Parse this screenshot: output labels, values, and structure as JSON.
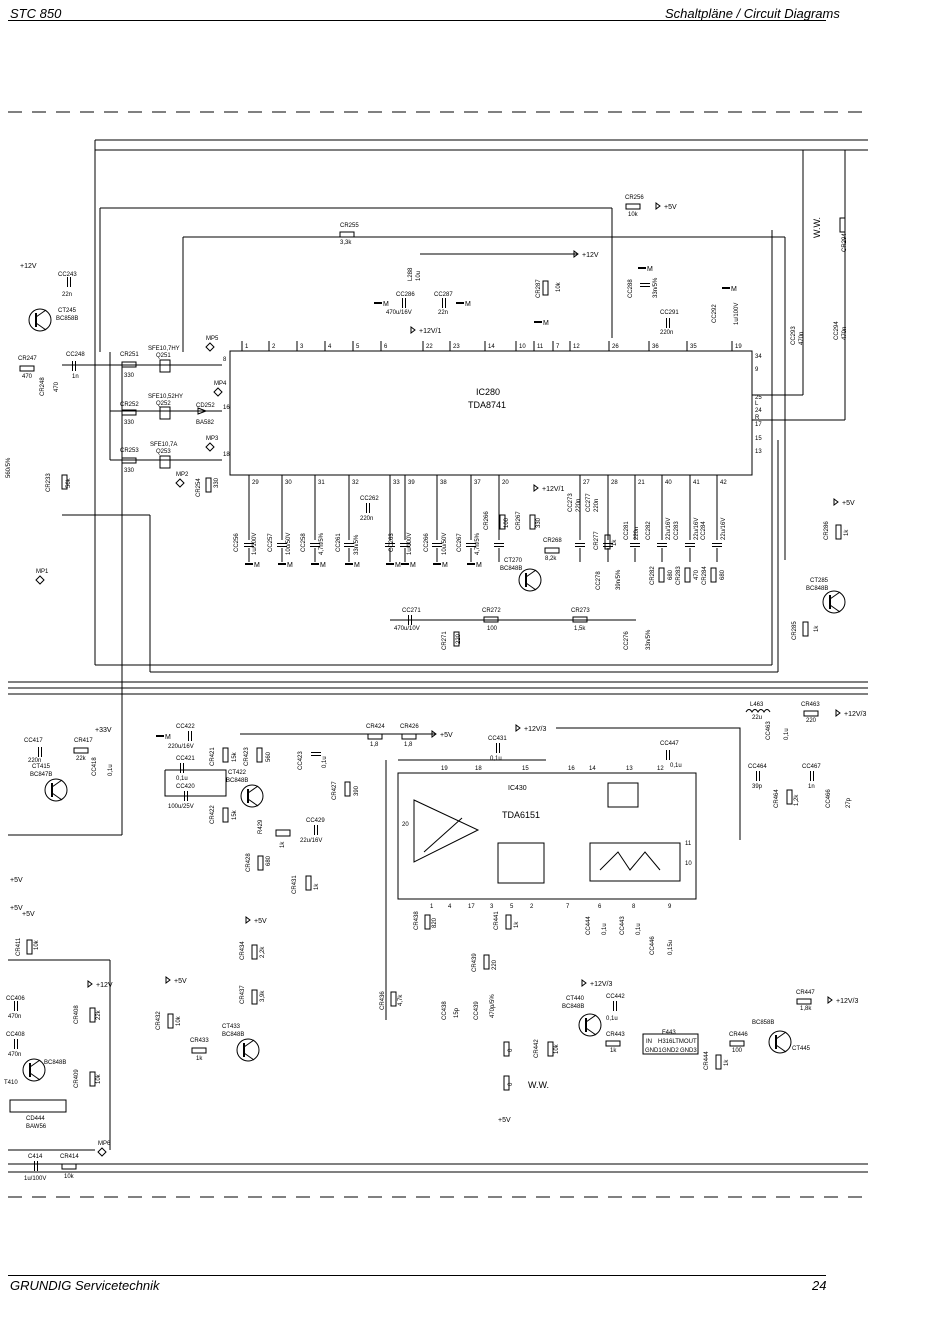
{
  "header": {
    "left": "STC 850",
    "right": "Schaltpläne / Circuit Diagrams"
  },
  "footer": {
    "left": "GRUNDIG Servicetechnik",
    "right": "24"
  },
  "ic280": {
    "ref": "IC280",
    "type": "TDA8741"
  },
  "ic430": {
    "ref": "IC430",
    "type": "TDA6151"
  },
  "f443": {
    "ref": "F443",
    "type": "H316LTM",
    "pin_in": "IN",
    "pin_out": "OUT",
    "gnd1": "GND1",
    "gnd2": "GND2",
    "gnd3": "GND3"
  },
  "rails": {
    "p5": "+5V",
    "p12": "+12V",
    "p12v1": "+12V/1",
    "p12v3": "+12V/3",
    "p33": "+33V",
    "mass": "M"
  },
  "ww": "W.W.",
  "ic280_top_pins": [
    "1",
    "2",
    "3",
    "4",
    "5",
    "6",
    "22",
    "23",
    "14",
    "10",
    "11",
    "7",
    "12",
    "26",
    "36",
    "35",
    "19"
  ],
  "ic280_bottom_pins": [
    "29",
    "30",
    "31",
    "32",
    "33",
    "39",
    "38",
    "37",
    "20",
    "27",
    "28",
    "21",
    "40",
    "41",
    "42"
  ],
  "ic280_left_pins": [
    "8",
    "16",
    "18"
  ],
  "ic280_right_pins": [
    "34",
    "9",
    "25",
    "L",
    "24",
    "R",
    "17",
    "15",
    "13"
  ],
  "ic430_pins": [
    "19",
    "18",
    "15",
    "16",
    "14",
    "13",
    "12",
    "20",
    "11",
    "10",
    "1",
    "4",
    "17",
    "3",
    "5",
    "2",
    "7",
    "6",
    "8",
    "9"
  ],
  "labels": [
    {
      "id": "cc243",
      "t": "CC243"
    },
    {
      "id": "cc243v",
      "t": "22n"
    },
    {
      "id": "ct245",
      "t": "CT245"
    },
    {
      "id": "ct245t",
      "t": "BC858B"
    },
    {
      "id": "cr247",
      "t": "CR247"
    },
    {
      "id": "cr247v",
      "t": "470"
    },
    {
      "id": "cc248",
      "t": "CC248"
    },
    {
      "id": "cc248v",
      "t": "1n"
    },
    {
      "id": "cr248",
      "t": "CR248"
    },
    {
      "id": "cr248v",
      "t": "470"
    },
    {
      "id": "cr251",
      "t": "CR251"
    },
    {
      "id": "cr251v",
      "t": "330"
    },
    {
      "id": "sfe1",
      "t": "SFE10,7HY"
    },
    {
      "id": "q251",
      "t": "Q251"
    },
    {
      "id": "cr252",
      "t": "CR252"
    },
    {
      "id": "cr252v",
      "t": "330"
    },
    {
      "id": "sfe2",
      "t": "SFE10,52HY"
    },
    {
      "id": "q252",
      "t": "Q252"
    },
    {
      "id": "cd252",
      "t": "CD252"
    },
    {
      "id": "ba582",
      "t": "BA582"
    },
    {
      "id": "cr253",
      "t": "CR253"
    },
    {
      "id": "cr253v",
      "t": "330"
    },
    {
      "id": "sfe3",
      "t": "SFE10,7A"
    },
    {
      "id": "q253",
      "t": "Q253"
    },
    {
      "id": "cr254",
      "t": "CR254"
    },
    {
      "id": "cr254v",
      "t": "330"
    },
    {
      "id": "mp5",
      "t": "MP5"
    },
    {
      "id": "mp4",
      "t": "MP4"
    },
    {
      "id": "mp3",
      "t": "MP3"
    },
    {
      "id": "mp2",
      "t": "MP2"
    },
    {
      "id": "mp1",
      "t": "MP1"
    },
    {
      "id": "cr255",
      "t": "CR255"
    },
    {
      "id": "cr255v",
      "t": "3,3k"
    },
    {
      "id": "cr256",
      "t": "CR256"
    },
    {
      "id": "cr256v",
      "t": "10k"
    },
    {
      "id": "l288",
      "t": "L288"
    },
    {
      "id": "l288v",
      "t": "10u"
    },
    {
      "id": "cc286",
      "t": "CC286"
    },
    {
      "id": "cc286v",
      "t": "470u/16V"
    },
    {
      "id": "cc287",
      "t": "CC287"
    },
    {
      "id": "cc287v",
      "t": "22n"
    },
    {
      "id": "cr287",
      "t": "CR287"
    },
    {
      "id": "cr287v",
      "t": "10k"
    },
    {
      "id": "cc288",
      "t": "CC288"
    },
    {
      "id": "cc288v",
      "t": "33n/5%"
    },
    {
      "id": "cc291",
      "t": "CC291"
    },
    {
      "id": "cc291v",
      "t": "220n"
    },
    {
      "id": "cc292",
      "t": "CC292"
    },
    {
      "id": "cc292v",
      "t": "1u/100V"
    },
    {
      "id": "cc293",
      "t": "CC293"
    },
    {
      "id": "cc293v",
      "t": "470n"
    },
    {
      "id": "cc294",
      "t": "CC294"
    },
    {
      "id": "cc294v",
      "t": "470n"
    },
    {
      "id": "cr294",
      "t": "CR294"
    },
    {
      "id": "cr294v",
      "t": "0"
    },
    {
      "id": "cc256",
      "t": "CC256"
    },
    {
      "id": "cc256v",
      "t": "1u/100V"
    },
    {
      "id": "cc257",
      "t": "CC257"
    },
    {
      "id": "cc257v",
      "t": "10u/50V"
    },
    {
      "id": "cc258",
      "t": "CC258"
    },
    {
      "id": "cc258v",
      "t": "4,7n/5%"
    },
    {
      "id": "cc261",
      "t": "CC261"
    },
    {
      "id": "cc261v",
      "t": "33n/5%"
    },
    {
      "id": "cc262",
      "t": "CC262"
    },
    {
      "id": "cc262v",
      "t": "220n"
    },
    {
      "id": "cc263",
      "t": "CC263"
    },
    {
      "id": "cc263v",
      "t": "1u/100V"
    },
    {
      "id": "cc266",
      "t": "CC266"
    },
    {
      "id": "cc266v",
      "t": "10u/50V"
    },
    {
      "id": "cc267",
      "t": "CC267"
    },
    {
      "id": "cc267v",
      "t": "4,7n/5%"
    },
    {
      "id": "cr266",
      "t": "CR266"
    },
    {
      "id": "cr266v",
      "t": "100"
    },
    {
      "id": "cr267",
      "t": "CR267"
    },
    {
      "id": "cr267v",
      "t": "330"
    },
    {
      "id": "cr268",
      "t": "CR268"
    },
    {
      "id": "cr268v",
      "t": "8,2k"
    },
    {
      "id": "ct270",
      "t": "CT270"
    },
    {
      "id": "ct270t",
      "t": "BC848B"
    },
    {
      "id": "cc273",
      "t": "CC273"
    },
    {
      "id": "cc273v",
      "t": "220n"
    },
    {
      "id": "cc277",
      "t": "CC277"
    },
    {
      "id": "cc277v",
      "t": "220n"
    },
    {
      "id": "cr277",
      "t": "CR277"
    },
    {
      "id": "cr277v",
      "t": "1k"
    },
    {
      "id": "cc278",
      "t": "CC278"
    },
    {
      "id": "cc278v",
      "t": "39n/5%"
    },
    {
      "id": "cc281",
      "t": "CC281"
    },
    {
      "id": "cc281v",
      "t": "220n"
    },
    {
      "id": "cc282",
      "t": "CC282"
    },
    {
      "id": "cc282v",
      "t": "22u/16V"
    },
    {
      "id": "cc283",
      "t": "CC283"
    },
    {
      "id": "cc283v",
      "t": "22u/16V"
    },
    {
      "id": "cc284",
      "t": "CC284"
    },
    {
      "id": "cc284v",
      "t": "22u/16V"
    },
    {
      "id": "cr282",
      "t": "CR282"
    },
    {
      "id": "cr282v",
      "t": "680"
    },
    {
      "id": "cr283",
      "t": "CR283"
    },
    {
      "id": "cr283v",
      "t": "470"
    },
    {
      "id": "cr284",
      "t": "CR284"
    },
    {
      "id": "cr284v",
      "t": "680"
    },
    {
      "id": "cc271",
      "t": "CC271"
    },
    {
      "id": "cc271v",
      "t": "470u/10V"
    },
    {
      "id": "cr271",
      "t": "CR271"
    },
    {
      "id": "cr271v",
      "t": "220"
    },
    {
      "id": "cr272",
      "t": "CR272"
    },
    {
      "id": "cr272v",
      "t": "100"
    },
    {
      "id": "cr273",
      "t": "CR273"
    },
    {
      "id": "cr273v",
      "t": "1,5k"
    },
    {
      "id": "cc276",
      "t": "CC276"
    },
    {
      "id": "cc276v",
      "t": "33n/5%"
    },
    {
      "id": "cr286",
      "t": "CR286"
    },
    {
      "id": "cr286v",
      "t": "1k"
    },
    {
      "id": "ct285",
      "t": "CT285"
    },
    {
      "id": "ct285t",
      "t": "BC848B"
    },
    {
      "id": "cr285",
      "t": "CR285"
    },
    {
      "id": "cr285v",
      "t": "1k"
    },
    {
      "id": "cr233",
      "t": "CR233"
    },
    {
      "id": "cr233v",
      "t": "56k"
    },
    {
      "id": "leftres",
      "t": "560/5%"
    },
    {
      "id": "cc417",
      "t": "CC417"
    },
    {
      "id": "cc417v",
      "t": "220n"
    },
    {
      "id": "cr417",
      "t": "CR417"
    },
    {
      "id": "cr417v",
      "t": "22k"
    },
    {
      "id": "cc418",
      "t": "CC418"
    },
    {
      "id": "cc418v",
      "t": "0,1u"
    },
    {
      "id": "ct415",
      "t": "CT415"
    },
    {
      "id": "ct415t",
      "t": "BC847B"
    },
    {
      "id": "cc422",
      "t": "CC422"
    },
    {
      "id": "cc422v",
      "t": "220u/16V"
    },
    {
      "id": "cc421",
      "t": "CC421"
    },
    {
      "id": "cc421v",
      "t": "0,1u"
    },
    {
      "id": "cc420",
      "t": "CC420"
    },
    {
      "id": "cc420v",
      "t": "100u/25V"
    },
    {
      "id": "cr421",
      "t": "CR421"
    },
    {
      "id": "cr421v",
      "t": "15k"
    },
    {
      "id": "cr423",
      "t": "CR423"
    },
    {
      "id": "cr423v",
      "t": "560"
    },
    {
      "id": "ct422",
      "t": "CT422"
    },
    {
      "id": "ct422t",
      "t": "BC848B"
    },
    {
      "id": "cr422",
      "t": "CR422"
    },
    {
      "id": "cr422v",
      "t": "15k"
    },
    {
      "id": "r429",
      "t": "R429"
    },
    {
      "id": "r429v",
      "t": "1k"
    },
    {
      "id": "cr428",
      "t": "CR428"
    },
    {
      "id": "cr428v",
      "t": "680"
    },
    {
      "id": "cc423",
      "t": "CC423"
    },
    {
      "id": "cc423v",
      "t": "0,1u"
    },
    {
      "id": "cr424",
      "t": "CR424"
    },
    {
      "id": "cr424v",
      "t": "1,8"
    },
    {
      "id": "cr426",
      "t": "CR426"
    },
    {
      "id": "cr426v",
      "t": "1,8"
    },
    {
      "id": "cc429",
      "t": "CC429"
    },
    {
      "id": "cc429v",
      "t": "22u/16V"
    },
    {
      "id": "cr427",
      "t": "CR427"
    },
    {
      "id": "cr427v",
      "t": "390"
    },
    {
      "id": "cr431",
      "t": "CR431"
    },
    {
      "id": "cr431v",
      "t": "1k"
    },
    {
      "id": "cc431",
      "t": "CC431"
    },
    {
      "id": "cc431v",
      "t": "0,1u"
    },
    {
      "id": "cc447",
      "t": "CC447"
    },
    {
      "id": "cc447v",
      "t": "0,1u"
    },
    {
      "id": "l463",
      "t": "L463"
    },
    {
      "id": "l463v",
      "t": "22u"
    },
    {
      "id": "cr463",
      "t": "CR463"
    },
    {
      "id": "cr463v",
      "t": "220"
    },
    {
      "id": "cc463",
      "t": "CC463"
    },
    {
      "id": "cc463v",
      "t": "0,1u"
    },
    {
      "id": "cc464",
      "t": "CC464"
    },
    {
      "id": "cc464v",
      "t": "39p"
    },
    {
      "id": "cr464",
      "t": "CR464"
    },
    {
      "id": "cr464v",
      "t": "1,2k"
    },
    {
      "id": "cc467",
      "t": "CC467"
    },
    {
      "id": "cc467v",
      "t": "1n"
    },
    {
      "id": "cc466",
      "t": "CC466"
    },
    {
      "id": "cc466v",
      "t": "27p"
    },
    {
      "id": "cr438",
      "t": "CR438"
    },
    {
      "id": "cr438v",
      "t": "820"
    },
    {
      "id": "cr441",
      "t": "CR441"
    },
    {
      "id": "cr441v",
      "t": "1k"
    },
    {
      "id": "cc444",
      "t": "CC444"
    },
    {
      "id": "cc444v",
      "t": "0,1u"
    },
    {
      "id": "cc443",
      "t": "CC443"
    },
    {
      "id": "cc443v",
      "t": "0,1u"
    },
    {
      "id": "cc446",
      "t": "CC446"
    },
    {
      "id": "cc446v",
      "t": "0,15u"
    },
    {
      "id": "cr439",
      "t": "CR439"
    },
    {
      "id": "cr439v",
      "t": "220"
    },
    {
      "id": "cc438",
      "t": "CC438"
    },
    {
      "id": "cc438v",
      "t": "15p"
    },
    {
      "id": "cc439",
      "t": "CC439"
    },
    {
      "id": "cc439v",
      "t": "470p/5%"
    },
    {
      "id": "cr436",
      "t": "CR436"
    },
    {
      "id": "cr436v",
      "t": "4,7k"
    },
    {
      "id": "cr442",
      "t": "CR442"
    },
    {
      "id": "cr442v",
      "t": "10k"
    },
    {
      "id": "r0a",
      "t": "0"
    },
    {
      "id": "r0b",
      "t": "0"
    },
    {
      "id": "ct440",
      "t": "CT440"
    },
    {
      "id": "ct440t",
      "t": "BC848B"
    },
    {
      "id": "cc442",
      "t": "CC442"
    },
    {
      "id": "cc442v",
      "t": "0,1u"
    },
    {
      "id": "cr443",
      "t": "CR443"
    },
    {
      "id": "cr443v",
      "t": "1k"
    },
    {
      "id": "cr446",
      "t": "CR446"
    },
    {
      "id": "cr446v",
      "t": "100"
    },
    {
      "id": "cr444",
      "t": "CR444"
    },
    {
      "id": "cr444v",
      "t": "1k"
    },
    {
      "id": "cr447",
      "t": "CR447"
    },
    {
      "id": "cr447v",
      "t": "1,8k"
    },
    {
      "id": "bc858",
      "t": "BC858B"
    },
    {
      "id": "ct445",
      "t": "CT445"
    },
    {
      "id": "cr434",
      "t": "CR434"
    },
    {
      "id": "cr434v",
      "t": "2,2k"
    },
    {
      "id": "cr437",
      "t": "CR437"
    },
    {
      "id": "cr437v",
      "t": "3,9k"
    },
    {
      "id": "ct433",
      "t": "CT433"
    },
    {
      "id": "ct433t",
      "t": "BC848B"
    },
    {
      "id": "cr433",
      "t": "CR433"
    },
    {
      "id": "cr433v",
      "t": "1k"
    },
    {
      "id": "cr432",
      "t": "CR432"
    },
    {
      "id": "cr432v",
      "t": "10k"
    },
    {
      "id": "cr411",
      "t": "CR411"
    },
    {
      "id": "cr411v",
      "t": "10k"
    },
    {
      "id": "cc406",
      "t": "CC406"
    },
    {
      "id": "cc406v",
      "t": "470n"
    },
    {
      "id": "cc408",
      "t": "CC408"
    },
    {
      "id": "cc408v",
      "t": "470n"
    },
    {
      "id": "ct410",
      "t": "T410"
    },
    {
      "id": "bc848l",
      "t": "BC848B"
    },
    {
      "id": "cr408",
      "t": "CR408"
    },
    {
      "id": "cr408v",
      "t": "22k"
    },
    {
      "id": "cr409",
      "t": "CR409"
    },
    {
      "id": "cr409v",
      "t": "10k"
    },
    {
      "id": "cd444",
      "t": "CD444"
    },
    {
      "id": "baw56",
      "t": "BAW56"
    },
    {
      "id": "cc414",
      "t": "C414"
    },
    {
      "id": "cc414v",
      "t": "1u/100V"
    },
    {
      "id": "cr414",
      "t": "CR414"
    },
    {
      "id": "cr414v",
      "t": "10k"
    },
    {
      "id": "mp6",
      "t": "MP6"
    }
  ]
}
